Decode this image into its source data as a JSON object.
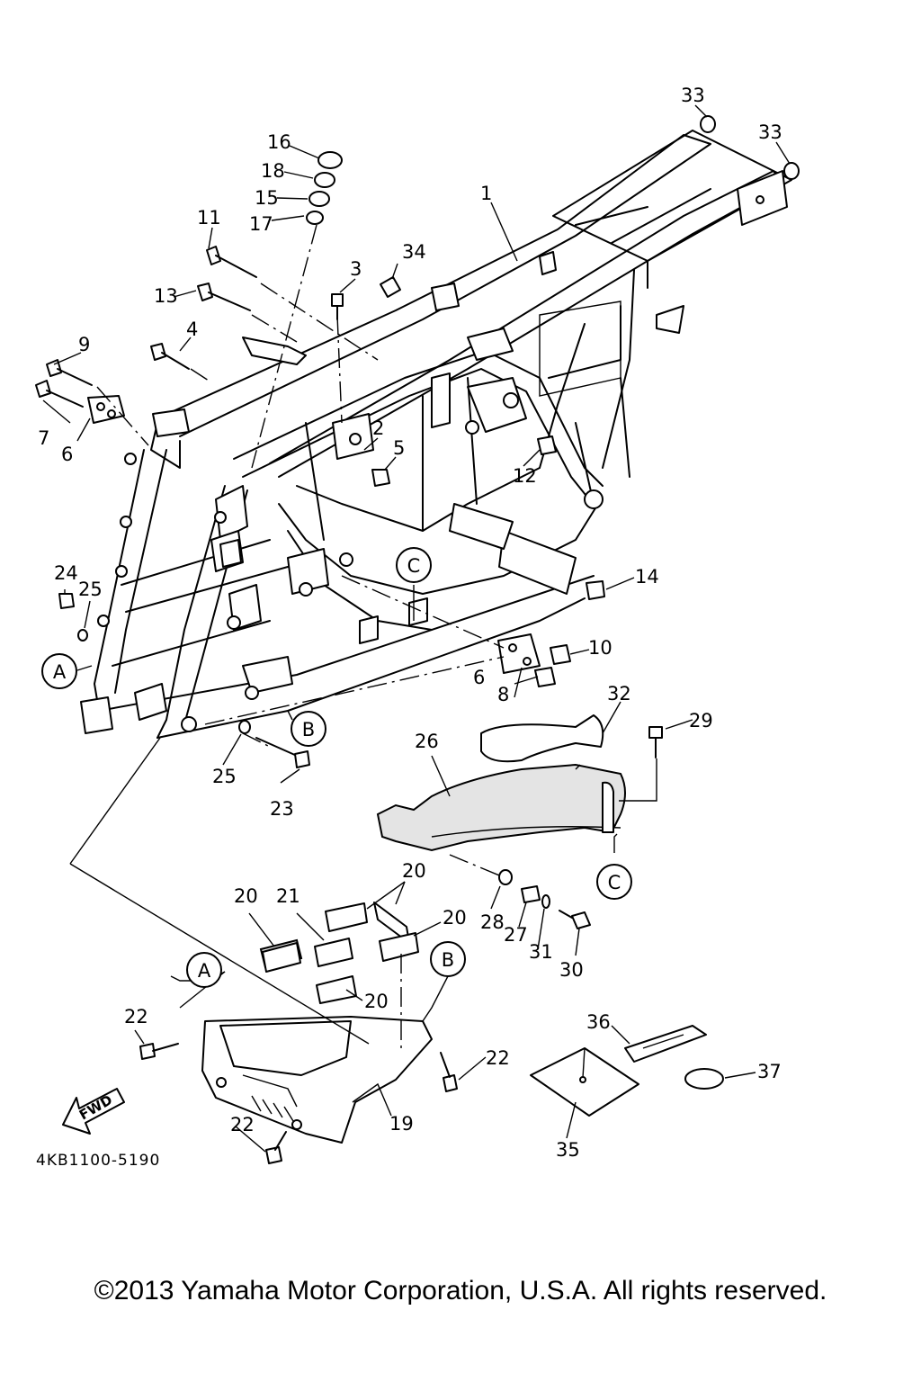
{
  "diagram_code": "4KB1100-5190",
  "fwd_label": "FWD",
  "copyright": "©2013 Yamaha Motor Corporation, U.S.A. All rights reserved.",
  "ref_markers": {
    "a": "A",
    "b": "B",
    "c": "C"
  },
  "callouts": {
    "p1": "1",
    "p2": "2",
    "p3": "3",
    "p4": "4",
    "p5": "5",
    "p6": "6",
    "p7": "7",
    "p8": "8",
    "p9": "9",
    "p10": "10",
    "p11": "11",
    "p12": "12",
    "p13": "13",
    "p14": "14",
    "p15": "15",
    "p16": "16",
    "p17": "17",
    "p18": "18",
    "p19": "19",
    "p20": "20",
    "p21": "21",
    "p22": "22",
    "p23": "23",
    "p24": "24",
    "p25": "25",
    "p26": "26",
    "p27": "27",
    "p28": "28",
    "p29": "29",
    "p30": "30",
    "p31": "31",
    "p32": "32",
    "p33": "33",
    "p34": "34",
    "p35": "35",
    "p36": "36",
    "p37": "37"
  }
}
